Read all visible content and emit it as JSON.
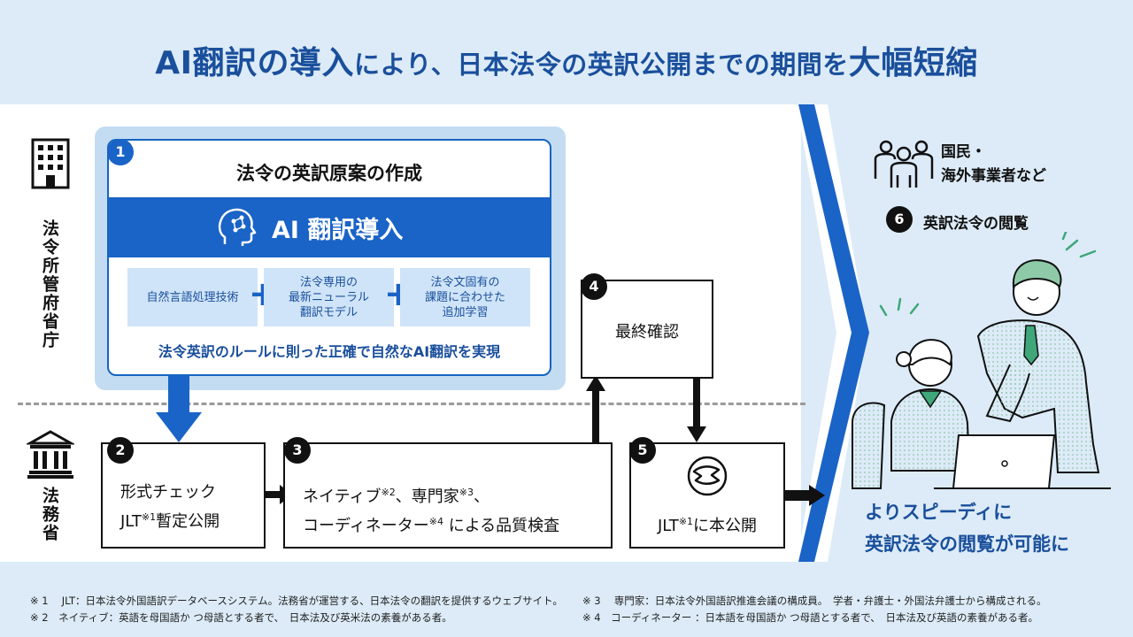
{
  "title": {
    "part1": "AI翻訳の導入",
    "part2": "により、日本法令の英訳公開までの期間を",
    "part3": "大幅短縮"
  },
  "actors": {
    "ministry": "法令所管府省庁",
    "moj": "法務省"
  },
  "step1": {
    "number": "1",
    "title": "法令の英訳原案の作成",
    "ai_label": "AI 翻訳導入",
    "features": [
      "自然言語処理技術",
      "法令専用の\n最新ニューラル\n翻訳モデル",
      "法令文固有の\n課題に合わせた\n追加学習"
    ],
    "caption": "法令英訳のルールに則った正確で自然なAI翻訳を実現"
  },
  "step2": {
    "number": "2",
    "line1": "形式チェック",
    "line2_pre": "JLT",
    "line2_sup": "※1",
    "line2_post": "暫定公開"
  },
  "step3": {
    "number": "3",
    "l1a": "ネイティブ",
    "s1": "※2",
    "l1b": "、専門家",
    "s2": "※3",
    "l1c": "、",
    "l2a": "コーディネーター",
    "s3": "※4",
    "l2b": " による品質検査"
  },
  "step4": {
    "number": "4",
    "label": "最終確認"
  },
  "step5": {
    "number": "5",
    "pre": "JLT",
    "sup": "※1",
    "post": "に本公開"
  },
  "step6": {
    "number": "6",
    "label": "英訳法令の閲覧"
  },
  "audience": {
    "line1": "国民・",
    "line2": "海外事業者など"
  },
  "result": {
    "line1": "よりスピーディに",
    "line2": "英訳法令の閲覧が可能に"
  },
  "notes": [
    "※ 1　 JLT：日本法令外国語訳データベースシステム。法務省が運営する、日本法令の翻訳を提供するウェブサイト。",
    "※ 2　ネイティブ：英語を母国語か つ母語とする者で、　日本法及び英米法の素養がある者。",
    "※ 3　 専門家：日本法令外国語訳推進会議の構成員。　学者・弁護士・外国法弁護士から構成される。",
    "※ 4　コーディネーター ：日本語を母国語か つ母語とする者で、　日本法及び英語の素養がある者。"
  ],
  "colors": {
    "primary": "#1a63c7",
    "title": "#1a4f9c",
    "accent_green": "#3fa77a",
    "background": "#dcebf7"
  },
  "icons": [
    "building-icon",
    "courthouse-icon",
    "ai-head-icon",
    "people-icon",
    "jlt-logo-icon"
  ]
}
